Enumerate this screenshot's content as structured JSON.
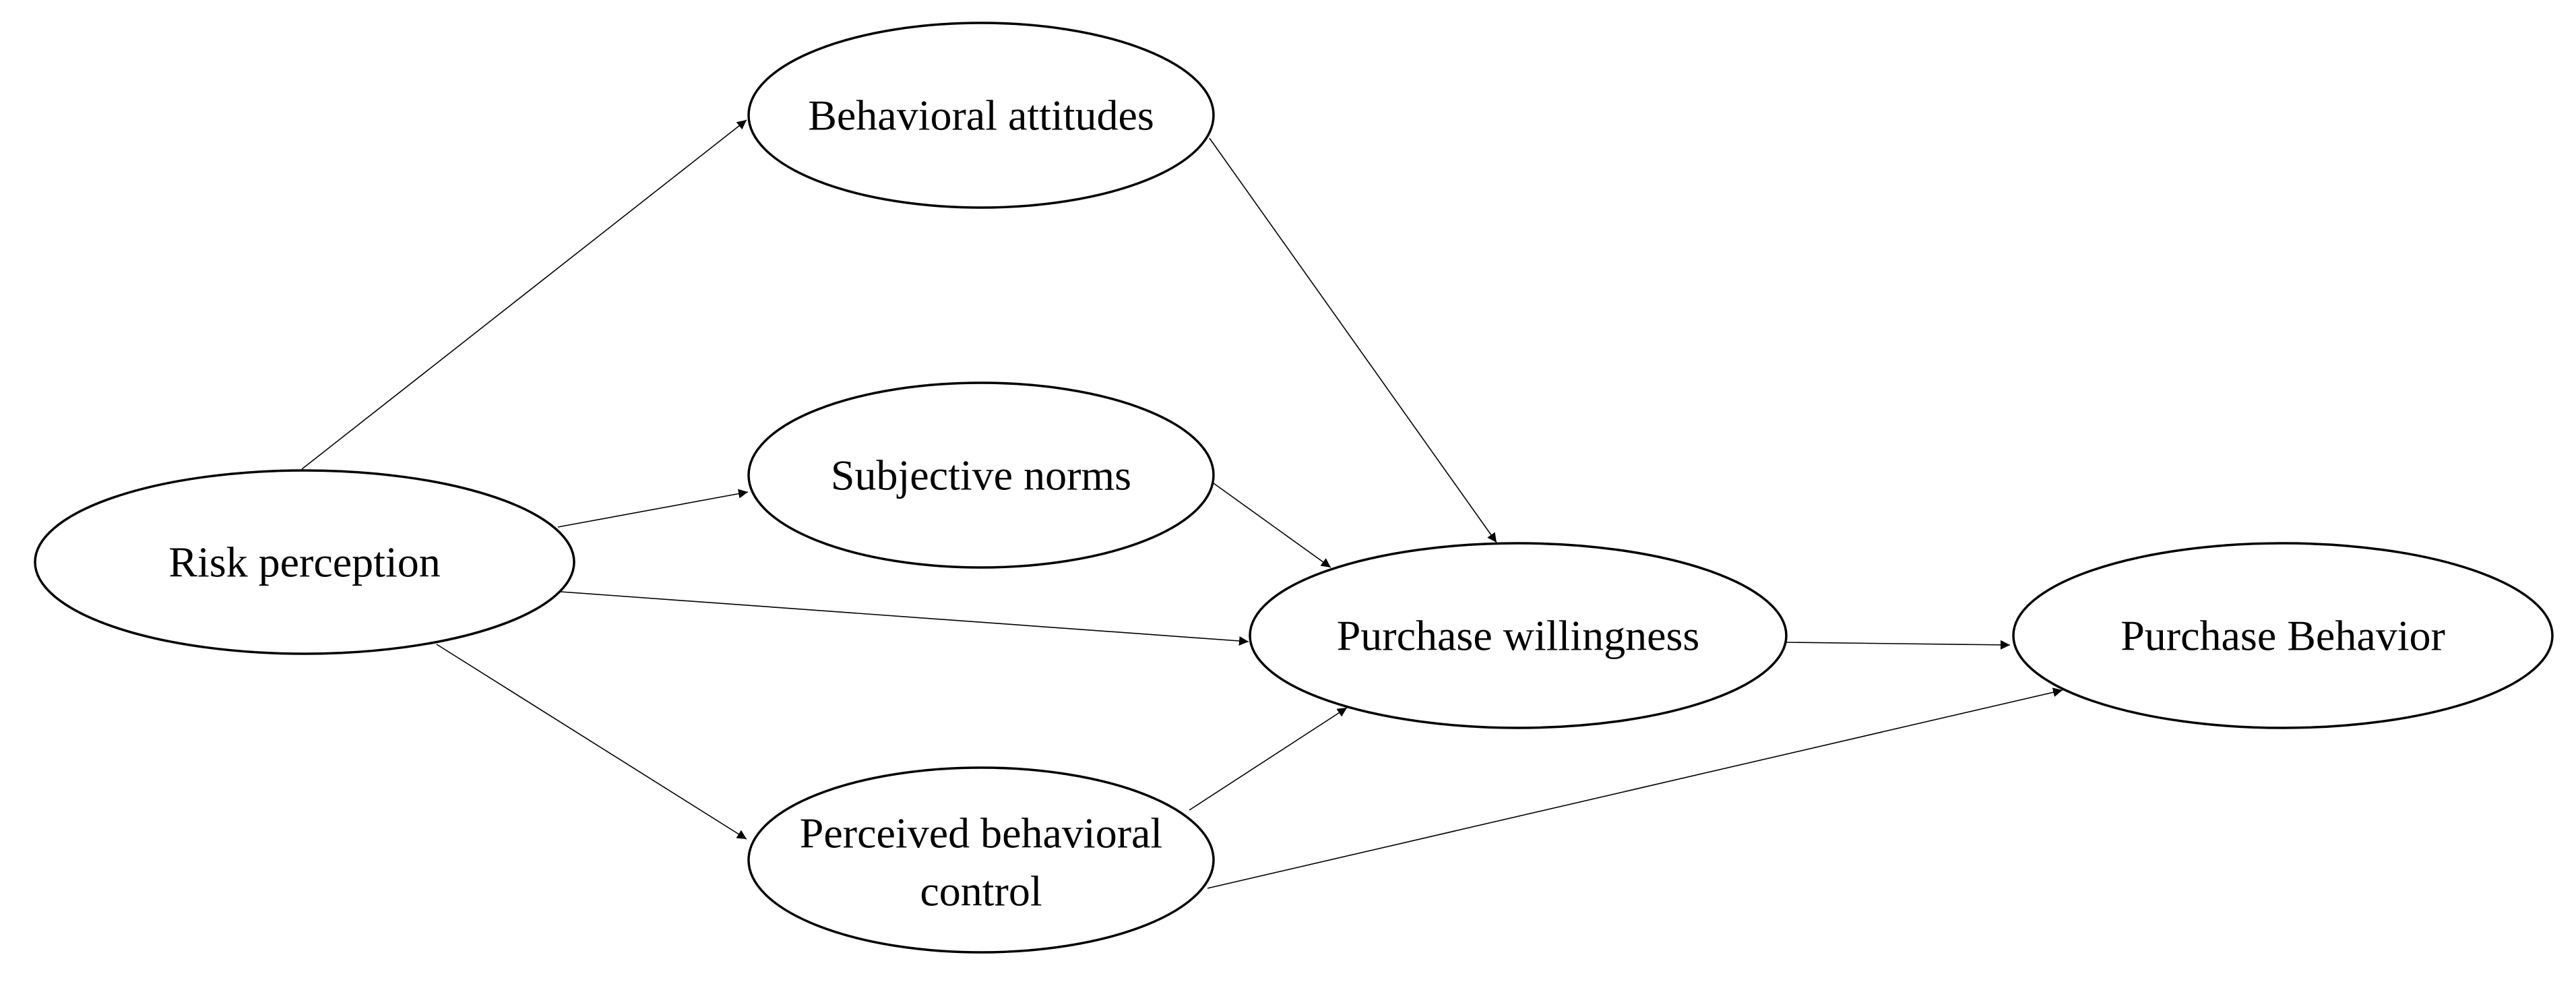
{
  "nodes": {
    "risk_perception": {
      "label": "Risk perception"
    },
    "behavioral_attitudes": {
      "label": "Behavioral attitudes"
    },
    "subjective_norms": {
      "label": "Subjective norms"
    },
    "perceived_behavioral_control": {
      "line1": "Perceived behavioral",
      "line2": "control"
    },
    "purchase_willingness": {
      "label": "Purchase willingness"
    },
    "purchase_behavior": {
      "label": "Purchase Behavior"
    }
  },
  "edges": [
    {
      "from": "risk_perception",
      "to": "behavioral_attitudes"
    },
    {
      "from": "risk_perception",
      "to": "subjective_norms"
    },
    {
      "from": "risk_perception",
      "to": "purchase_willingness"
    },
    {
      "from": "risk_perception",
      "to": "perceived_behavioral_control"
    },
    {
      "from": "behavioral_attitudes",
      "to": "purchase_willingness"
    },
    {
      "from": "subjective_norms",
      "to": "purchase_willingness"
    },
    {
      "from": "perceived_behavioral_control",
      "to": "purchase_willingness"
    },
    {
      "from": "purchase_willingness",
      "to": "purchase_behavior"
    },
    {
      "from": "perceived_behavioral_control",
      "to": "purchase_behavior"
    }
  ],
  "colors": {
    "stroke": "#000000",
    "fill": "#ffffff",
    "background": "#ffffff"
  }
}
